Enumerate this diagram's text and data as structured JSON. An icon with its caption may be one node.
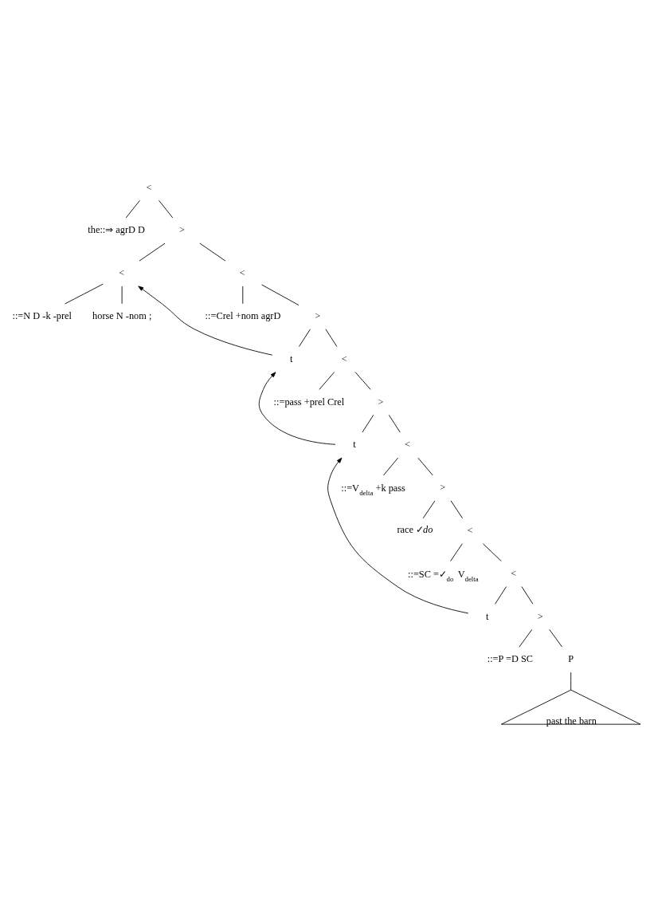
{
  "diagram": {
    "nodes": [
      {
        "text": [
          "<"
        ]
      },
      {
        "text": [
          "the::⇒ agrD D"
        ]
      },
      {
        "text": [
          ">"
        ]
      },
      {
        "text": [
          "<"
        ]
      },
      {
        "text": [
          "<"
        ]
      },
      {
        "text": [
          "::=N D -k -prel"
        ]
      },
      {
        "text": [
          "horse N -nom ;"
        ]
      },
      {
        "text": [
          "::=Crel +nom agrD"
        ]
      },
      {
        "text": [
          ">"
        ]
      },
      {
        "text": [
          "t"
        ]
      },
      {
        "text": [
          "<"
        ]
      },
      {
        "text": [
          "::=pass +prel Crel"
        ]
      },
      {
        "text": [
          ">"
        ]
      },
      {
        "text": [
          "t"
        ]
      },
      {
        "text": [
          "<"
        ]
      },
      {
        "text": [
          "::=V$_{delta}$ +k pass"
        ]
      },
      {
        "text": [
          ">"
        ]
      },
      {
        "text": [
          "race ✓*do*"
        ]
      },
      {
        "text": [
          "<"
        ]
      },
      {
        "text": [
          "::=SC =✓$_{do}$ V$_{delta}$"
        ]
      },
      {
        "text": [
          "<"
        ]
      },
      {
        "text": [
          "t"
        ]
      },
      {
        "text": [
          ">"
        ]
      },
      {
        "text": [
          "::=P =D SC"
        ]
      },
      {
        "text": [
          "P"
        ]
      },
      {
        "text": [
          "past the barn"
        ]
      }
    ],
    "edges": [
      {
        "from": 0,
        "to": 1,
        "arrow": "none"
      },
      {
        "from": 0,
        "to": 2,
        "arrow": "none"
      },
      {
        "from": 2,
        "to": 3,
        "arrow": "none"
      },
      {
        "from": 2,
        "to": 4,
        "arrow": "none"
      },
      {
        "from": 3,
        "to": 5,
        "arrow": "none"
      },
      {
        "from": 3,
        "to": 6,
        "arrow": "none"
      },
      {
        "from": 4,
        "to": 7,
        "arrow": "none"
      },
      {
        "from": 4,
        "to": 8,
        "arrow": "none"
      },
      {
        "from": 8,
        "to": 9,
        "arrow": "none"
      },
      {
        "from": 8,
        "to": 10,
        "arrow": "none"
      },
      {
        "from": 10,
        "to": 11,
        "arrow": "none"
      },
      {
        "from": 10,
        "to": 12,
        "arrow": "none"
      },
      {
        "from": 12,
        "to": 13,
        "arrow": "none"
      },
      {
        "from": 12,
        "to": 14,
        "arrow": "none"
      },
      {
        "from": 14,
        "to": 15,
        "arrow": "none"
      },
      {
        "from": 14,
        "to": 16,
        "arrow": "none"
      },
      {
        "from": 16,
        "to": 17,
        "arrow": "none"
      },
      {
        "from": 16,
        "to": 18,
        "arrow": "none"
      },
      {
        "from": 18,
        "to": 19,
        "arrow": "none"
      },
      {
        "from": 18,
        "to": 20,
        "arrow": "none"
      },
      {
        "from": 20,
        "to": 21,
        "arrow": "none"
      },
      {
        "from": 20,
        "to": 22,
        "arrow": "none"
      },
      {
        "from": 22,
        "to": 23,
        "arrow": "none"
      },
      {
        "from": 22,
        "to": 24,
        "arrow": "none"
      },
      {
        "from": 24,
        "to": 25,
        "arrow": "none"
      },
      {
        "from": 9,
        "to": 3,
        "arrow": "to"
      },
      {
        "from": 13,
        "to": 9,
        "arrow": "to"
      },
      {
        "from": 21,
        "to": 13,
        "arrow": "to"
      }
    ]
  }
}
